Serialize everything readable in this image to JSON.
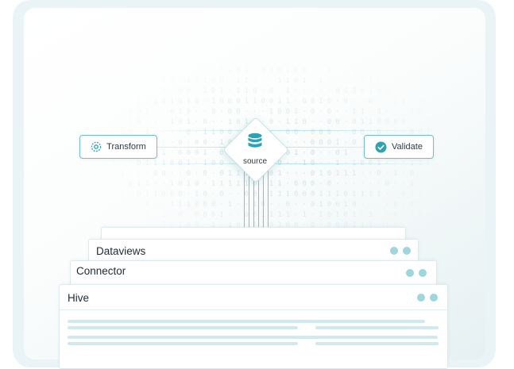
{
  "nodes": {
    "transform": {
      "label": "Transform",
      "icon": "gear-icon"
    },
    "validate": {
      "label": "Validate",
      "icon": "check-circle-icon"
    },
    "source": {
      "label": "source",
      "icon": "database-icon"
    }
  },
  "stack": {
    "cards": [
      {
        "title": ""
      },
      {
        "title": "Dataviews"
      },
      {
        "title": "Connector"
      },
      {
        "title": "Hive"
      }
    ]
  },
  "colors": {
    "accent": "#2ba3b6",
    "dot": "#9ed6de",
    "bar": "#cfe9ee",
    "frame": "#eaf4f6"
  }
}
